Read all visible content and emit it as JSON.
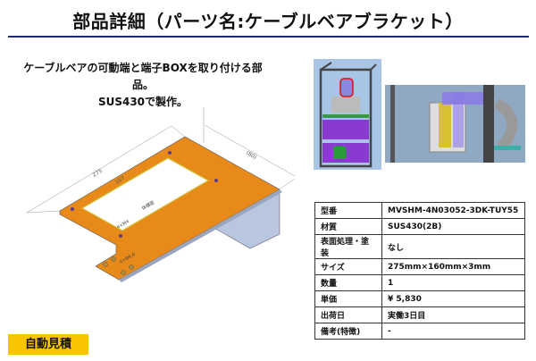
{
  "header": {
    "title": "部品詳細（パーツ名:ケーブルベアブラケット）"
  },
  "description": {
    "line1": "ケーブルベアの可動端と端子BOXを取り付ける部品。",
    "line2": "SUS430で製作。"
  },
  "drawing": {
    "dim_length": "275",
    "dim_width": "(80)",
    "dim_hole": "167",
    "label_holes_m4": "4×M4",
    "label_holes_6_6": "4×Φ6.6",
    "label_note": "体積面"
  },
  "specs": [
    {
      "key": "型番",
      "value": "MVSHM-4N03052-3DK-TUY55"
    },
    {
      "key": "材質",
      "value": "SUS430(2B)"
    },
    {
      "key": "表面処理・塗装",
      "value": "なし"
    },
    {
      "key": "サイズ",
      "value": "275mm×160mm×3mm"
    },
    {
      "key": "数量",
      "value": "1"
    },
    {
      "key": "単価",
      "value": "¥ 5,830"
    },
    {
      "key": "出荷日",
      "value": "実働3日目"
    },
    {
      "key": "備考(特徴)",
      "value": "-"
    }
  ],
  "badge": {
    "label": "自動見積"
  },
  "colors": {
    "accent_rule": "#1e2a6e",
    "badge": "#f9c400",
    "plate": "#e88a1a"
  }
}
